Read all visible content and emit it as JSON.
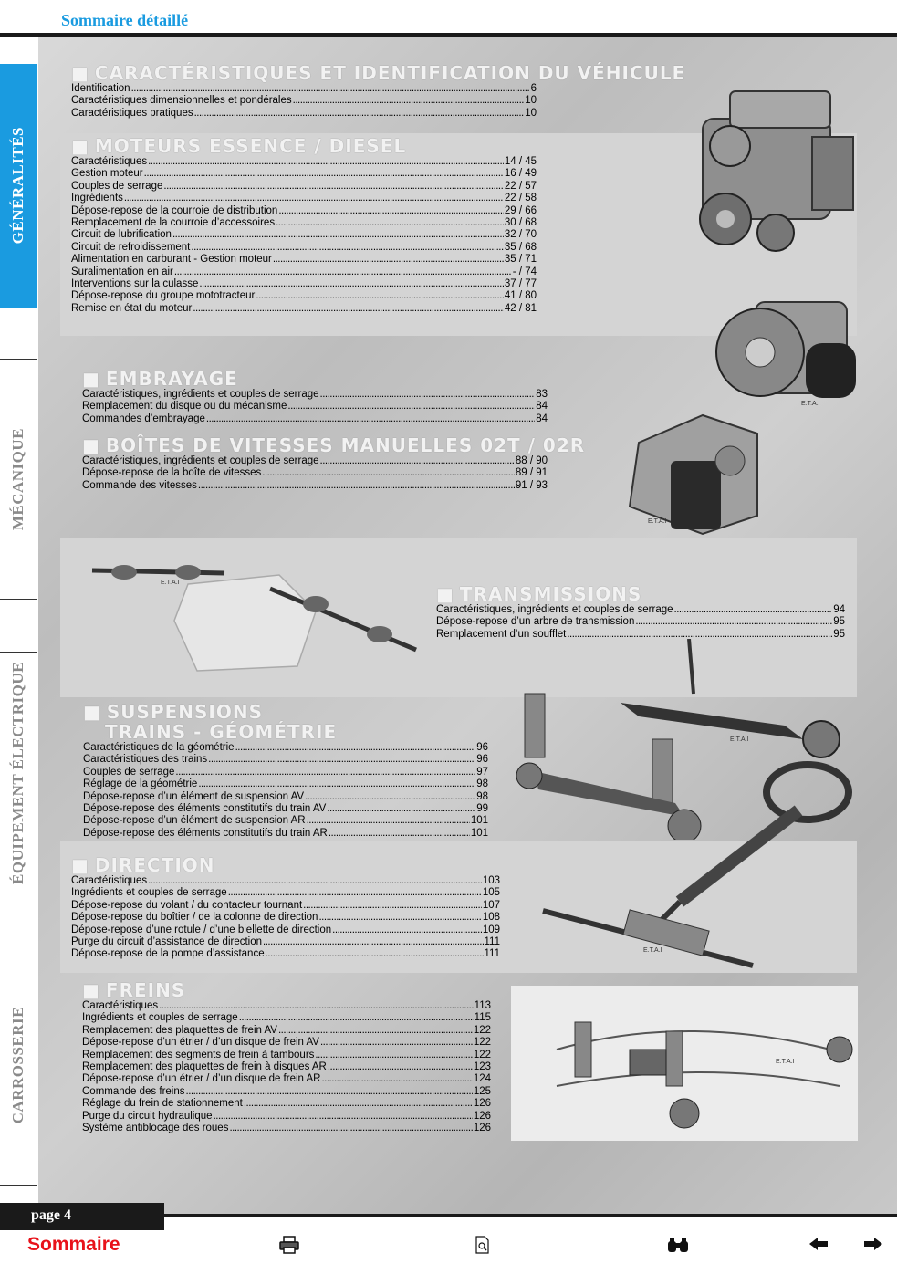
{
  "header": {
    "title": "Sommaire détaillé"
  },
  "sidebar": {
    "tabs": [
      {
        "label": "GÉNÉRALITÉS",
        "active": true
      },
      {
        "label": "MÉCANIQUE",
        "active": false
      },
      {
        "label": "ÉQUIPEMENT ÉLECTRIQUE",
        "active": false
      },
      {
        "label": "CARROSSERIE",
        "active": false
      }
    ]
  },
  "colors": {
    "accent": "#1a9be0",
    "sommaire": "#e8121a"
  },
  "sections": {
    "caracteristiques": {
      "title": "CARACTÉRISTIQUES ET IDENTIFICATION DU VÉHICULE",
      "items": [
        {
          "label": "Identification",
          "page": "6"
        },
        {
          "label": "Caractéristiques dimensionnelles et pondérales",
          "page": "10"
        },
        {
          "label": "Caractéristiques pratiques",
          "page": "10"
        }
      ]
    },
    "moteurs": {
      "title": "MOTEURS ESSENCE / DIESEL",
      "items": [
        {
          "label": "Caractéristiques",
          "page": "14 / 45"
        },
        {
          "label": "Gestion moteur",
          "page": "16 / 49"
        },
        {
          "label": "Couples de serrage",
          "page": "22 / 57"
        },
        {
          "label": "Ingrédients",
          "page": "22 / 58"
        },
        {
          "label": "Dépose-repose de la courroie de distribution",
          "page": "29 / 66"
        },
        {
          "label": "Remplacement de la courroie d’accessoires",
          "page": "30 / 68"
        },
        {
          "label": "Circuit de lubrification",
          "page": "32 / 70"
        },
        {
          "label": "Circuit de refroidissement",
          "page": "35 / 68"
        },
        {
          "label": "Alimentation en carburant - Gestion moteur",
          "page": "35 / 71"
        },
        {
          "label": "Suralimentation en air",
          "page": "- / 74"
        },
        {
          "label": "Interventions sur la culasse",
          "page": "37 / 77"
        },
        {
          "label": "Dépose-repose du groupe mototracteur",
          "page": "41 / 80"
        },
        {
          "label": "Remise en état du moteur",
          "page": "42 / 81"
        }
      ]
    },
    "embrayage": {
      "title": "EMBRAYAGE",
      "items": [
        {
          "label": "Caractéristiques, ingrédients et couples de serrage",
          "page": "83"
        },
        {
          "label": "Remplacement du disque ou du mécanisme",
          "page": "84"
        },
        {
          "label": "Commandes d’embrayage",
          "page": "84"
        }
      ]
    },
    "boites": {
      "title": "BOÎTES DE VITESSES MANUELLES 02T / 02R",
      "items": [
        {
          "label": "Caractéristiques, ingrédients et couples de serrage",
          "page": "88 / 90"
        },
        {
          "label": "Dépose-repose de la boîte de vitesses",
          "page": "89 / 91"
        },
        {
          "label": "Commande des vitesses",
          "page": "91 / 93"
        }
      ]
    },
    "transmissions": {
      "title": "TRANSMISSIONS",
      "items": [
        {
          "label": "Caractéristiques, ingrédients et couples de serrage",
          "page": "94"
        },
        {
          "label": "Dépose-repose d’un arbre de transmission",
          "page": "95"
        },
        {
          "label": "Remplacement d’un soufflet",
          "page": "95"
        }
      ]
    },
    "suspensions": {
      "title": "SUSPENSIONS",
      "subtitle": "TRAINS - GÉOMÉTRIE",
      "items": [
        {
          "label": "Caractéristiques de la géométrie",
          "page": "96"
        },
        {
          "label": "Caractéristiques des trains",
          "page": "96"
        },
        {
          "label": "Couples de serrage",
          "page": "97"
        },
        {
          "label": "Réglage de la géométrie",
          "page": "98"
        },
        {
          "label": "Dépose-repose d’un élément de suspension AV",
          "page": "98"
        },
        {
          "label": "Dépose-repose des éléments constitutifs du train AV",
          "page": "99"
        },
        {
          "label": "Dépose-repose d’un élément de suspension AR",
          "page": "101"
        },
        {
          "label": "Dépose-repose des éléments constitutifs du train AR",
          "page": "101"
        }
      ]
    },
    "direction": {
      "title": "DIRECTION",
      "items": [
        {
          "label": "Caractéristiques",
          "page": "103"
        },
        {
          "label": "Ingrédients et couples de serrage",
          "page": "105"
        },
        {
          "label": "Dépose-repose du volant / du contacteur tournant",
          "page": "107"
        },
        {
          "label": "Dépose-repose du boîtier / de la colonne de direction",
          "page": "108"
        },
        {
          "label": "Dépose-repose d’une rotule / d’une biellette de direction",
          "page": "109"
        },
        {
          "label": "Purge du circuit d’assistance de direction",
          "page": "111"
        },
        {
          "label": "Dépose-repose de la pompe d’assistance",
          "page": "111"
        }
      ]
    },
    "freins": {
      "title": "FREINS",
      "items": [
        {
          "label": "Caractéristiques",
          "page": "113"
        },
        {
          "label": "Ingrédients et couples de serrage",
          "page": "115"
        },
        {
          "label": "Remplacement des plaquettes de frein AV",
          "page": "122"
        },
        {
          "label": "Dépose-repose d’un étrier / d’un disque de frein AV",
          "page": "122"
        },
        {
          "label": "Remplacement des segments de frein à tambours",
          "page": "122"
        },
        {
          "label": "Remplacement des plaquettes de frein à disques AR",
          "page": "123"
        },
        {
          "label": "Dépose-repose d’un étrier / d’un disque de frein AR",
          "page": "124"
        },
        {
          "label": "Commande des freins",
          "page": "125"
        },
        {
          "label": "Réglage du frein de stationnement",
          "page": "126"
        },
        {
          "label": "Purge du circuit hydraulique",
          "page": "126"
        },
        {
          "label": "Système antiblocage des roues",
          "page": "126"
        }
      ]
    }
  },
  "illustration_labels": {
    "etai": "E.T.A.I"
  },
  "footer": {
    "page_label": "page 4",
    "sommaire_label": "Sommaire",
    "icons": [
      "printer-icon",
      "search-document-icon",
      "binoculars-icon",
      "arrow-left-icon",
      "arrow-right-icon"
    ]
  }
}
